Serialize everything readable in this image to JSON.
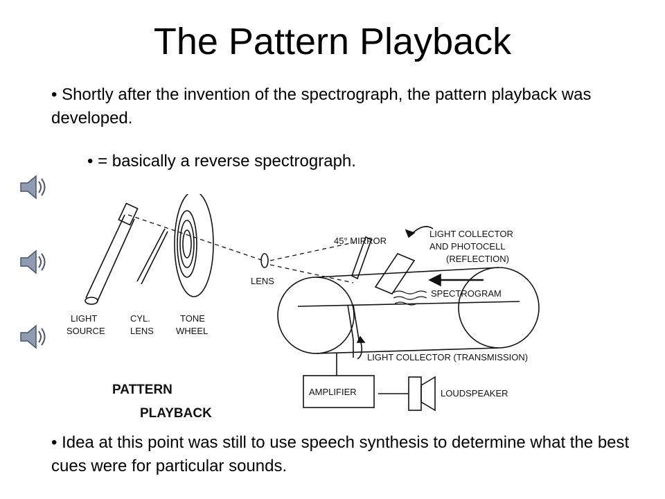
{
  "slide": {
    "title": "The Pattern Playback",
    "bullets": [
      "• Shortly after the invention of the spectrograph, the pattern playback was developed.",
      "• = basically a reverse spectrograph.",
      "• Idea at this point was still to use speech synthesis to determine what the best cues were for particular sounds."
    ]
  },
  "audio_icons": [
    "speaker-icon",
    "speaker-icon",
    "speaker-icon"
  ],
  "figure": {
    "labels": {
      "light_source_1": "LIGHT",
      "light_source_2": "SOURCE",
      "cyl_lens_1": "CYL.",
      "cyl_lens_2": "LENS",
      "tone_wheel_1": "TONE",
      "tone_wheel_2": "WHEEL",
      "lens": "LENS",
      "mirror": "45° MIRROR",
      "collector_1": "LIGHT COLLECTOR",
      "collector_2": "AND PHOTOCELL",
      "collector_3": "(REFLECTION)",
      "spectrogram": "SPECTROGRAM",
      "transmission": "LIGHT COLLECTOR (TRANSMISSION)",
      "amplifier": "AMPLIFIER",
      "loudspeaker": "LOUDSPEAKER",
      "caption_1": "PATTERN",
      "caption_2": "PLAYBACK"
    }
  }
}
